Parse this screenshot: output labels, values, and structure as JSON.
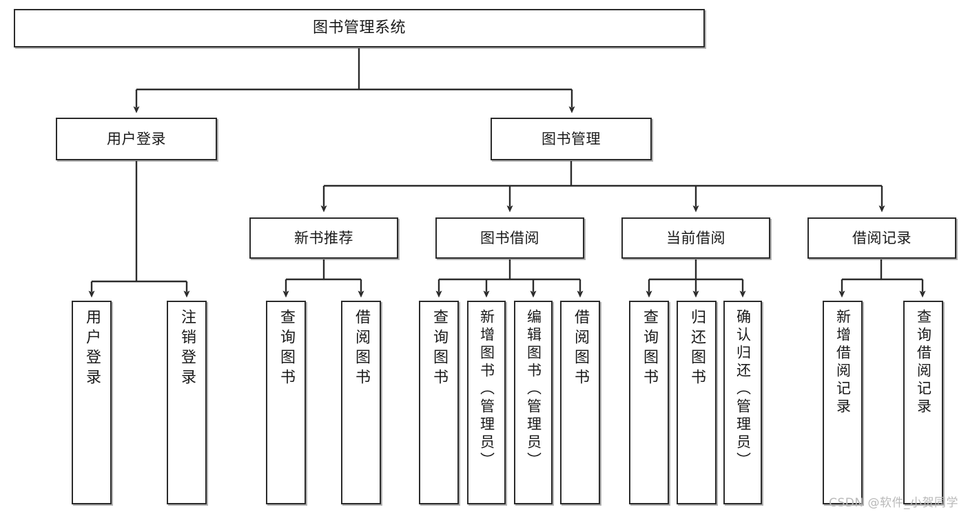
{
  "diagram": {
    "title": "图书管理系统",
    "type": "hierarchy-tree",
    "watermark": "CSDN @软件_小贺同学",
    "colors": {
      "box_border": "#2b2b2b",
      "box_fill": "#ffffff",
      "connector": "#2b2b2b",
      "text": "#1a1a1a",
      "watermark": "#b9b9b9",
      "background": "#ffffff"
    },
    "levels": {
      "root": {
        "label": "图书管理系统"
      },
      "level2": [
        {
          "label": "用户登录"
        },
        {
          "label": "图书管理"
        }
      ],
      "level3": [
        {
          "label": "新书推荐"
        },
        {
          "label": "图书借阅"
        },
        {
          "label": "当前借阅"
        },
        {
          "label": "借阅记录"
        }
      ],
      "level4": [
        {
          "label": "用户登录",
          "parent": "用户登录"
        },
        {
          "label": "注销登录",
          "parent": "用户登录"
        },
        {
          "label": "查询图书",
          "parent": "新书推荐"
        },
        {
          "label": "借阅图书",
          "parent": "新书推荐"
        },
        {
          "label": "查询图书",
          "parent": "图书借阅"
        },
        {
          "label": "新增图书（管理员）",
          "parent": "图书借阅"
        },
        {
          "label": "编辑图书（管理员）",
          "parent": "图书借阅"
        },
        {
          "label": "借阅图书",
          "parent": "图书借阅"
        },
        {
          "label": "查询图书",
          "parent": "当前借阅"
        },
        {
          "label": "归还图书",
          "parent": "当前借阅"
        },
        {
          "label": "确认归还（管理员）",
          "parent": "当前借阅"
        },
        {
          "label": "新增借阅记录",
          "parent": "借阅记录"
        },
        {
          "label": "查询借阅记录",
          "parent": "借阅记录"
        }
      ]
    }
  }
}
